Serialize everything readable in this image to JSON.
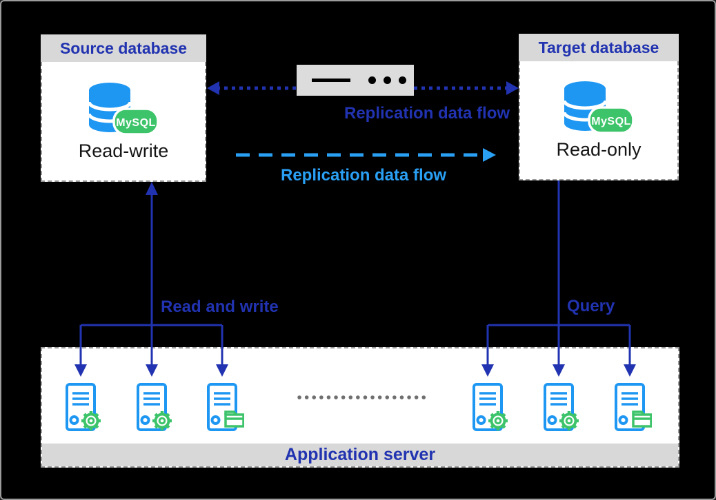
{
  "colors": {
    "navy": "#2133b0",
    "sky": "#2aa0f4",
    "icon-blue": "#1e97f3",
    "green": "#3dc46a",
    "panel-gray": "#d8d8d8",
    "border-gray": "#9a9a9a"
  },
  "source_db": {
    "title": "Source database",
    "mode": "Read-write",
    "badge": "MySQL"
  },
  "target_db": {
    "title": "Target database",
    "mode": "Read-only",
    "badge": "MySQL"
  },
  "flows": {
    "control_link_label": "Replication data flow",
    "data_link_label": "Replication data flow",
    "read_write_label": "Read and write",
    "query_label": "Query"
  },
  "app_server": {
    "label": "Application server",
    "servers": [
      "gear",
      "gear",
      "folder",
      "gear",
      "gear",
      "folder"
    ]
  }
}
